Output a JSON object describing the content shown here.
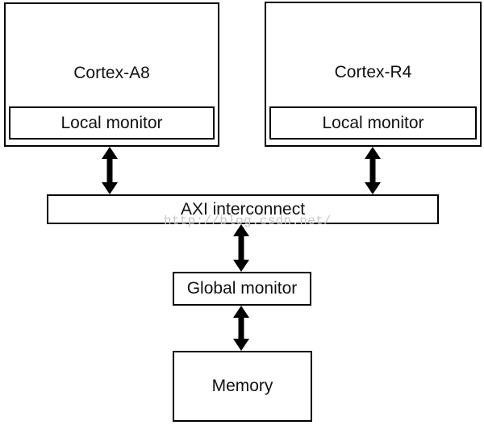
{
  "diagram": {
    "nodes": {
      "cortex_a8": {
        "label": "Cortex-A8"
      },
      "local_monitor_a8": {
        "label": "Local monitor"
      },
      "cortex_r4": {
        "label": "Cortex-R4"
      },
      "local_monitor_r4": {
        "label": "Local monitor"
      },
      "axi_interconnect": {
        "label": "AXI interconnect"
      },
      "global_monitor": {
        "label": "Global monitor"
      },
      "memory": {
        "label": "Memory"
      }
    },
    "connections": [
      {
        "from": "local_monitor_a8",
        "to": "axi_interconnect",
        "style": "double-headed-vertical-arrow"
      },
      {
        "from": "local_monitor_r4",
        "to": "axi_interconnect",
        "style": "double-headed-vertical-arrow"
      },
      {
        "from": "axi_interconnect",
        "to": "global_monitor",
        "style": "double-headed-vertical-arrow"
      },
      {
        "from": "global_monitor",
        "to": "memory",
        "style": "double-headed-vertical-arrow"
      }
    ],
    "watermark": "http://blog.csdn.net/",
    "colors": {
      "line": "#000000",
      "background": "#ffffff",
      "text": "#111111",
      "watermark": "#c9c9c9"
    }
  }
}
